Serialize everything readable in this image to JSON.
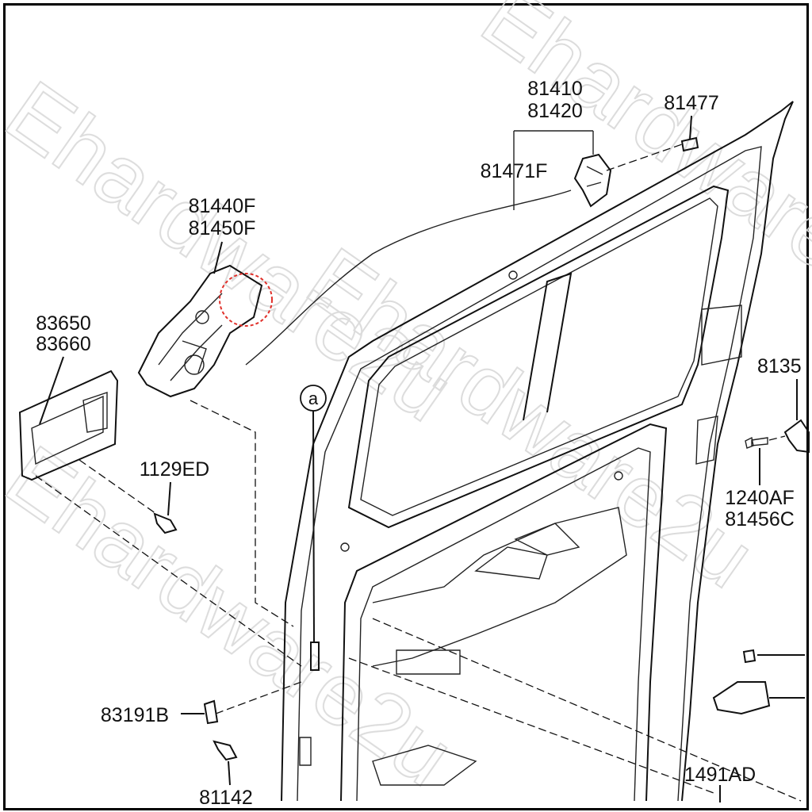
{
  "watermark": "Ehardware2u",
  "callout_letter": "a",
  "labels": {
    "p81410": "81410",
    "p81420": "81420",
    "p81477": "81477",
    "p81471F": "81471F",
    "p81440F": "81440F",
    "p81450F": "81450F",
    "p83650": "83650",
    "p83660": "83660",
    "p1129ED": "1129ED",
    "p8135": "8135",
    "p1240AF": "1240AF",
    "p81456C": "81456C",
    "p83191B": "83191B",
    "p81142": "81142",
    "p1491AD": "1491AD"
  },
  "highlight_color": "#e0302a"
}
